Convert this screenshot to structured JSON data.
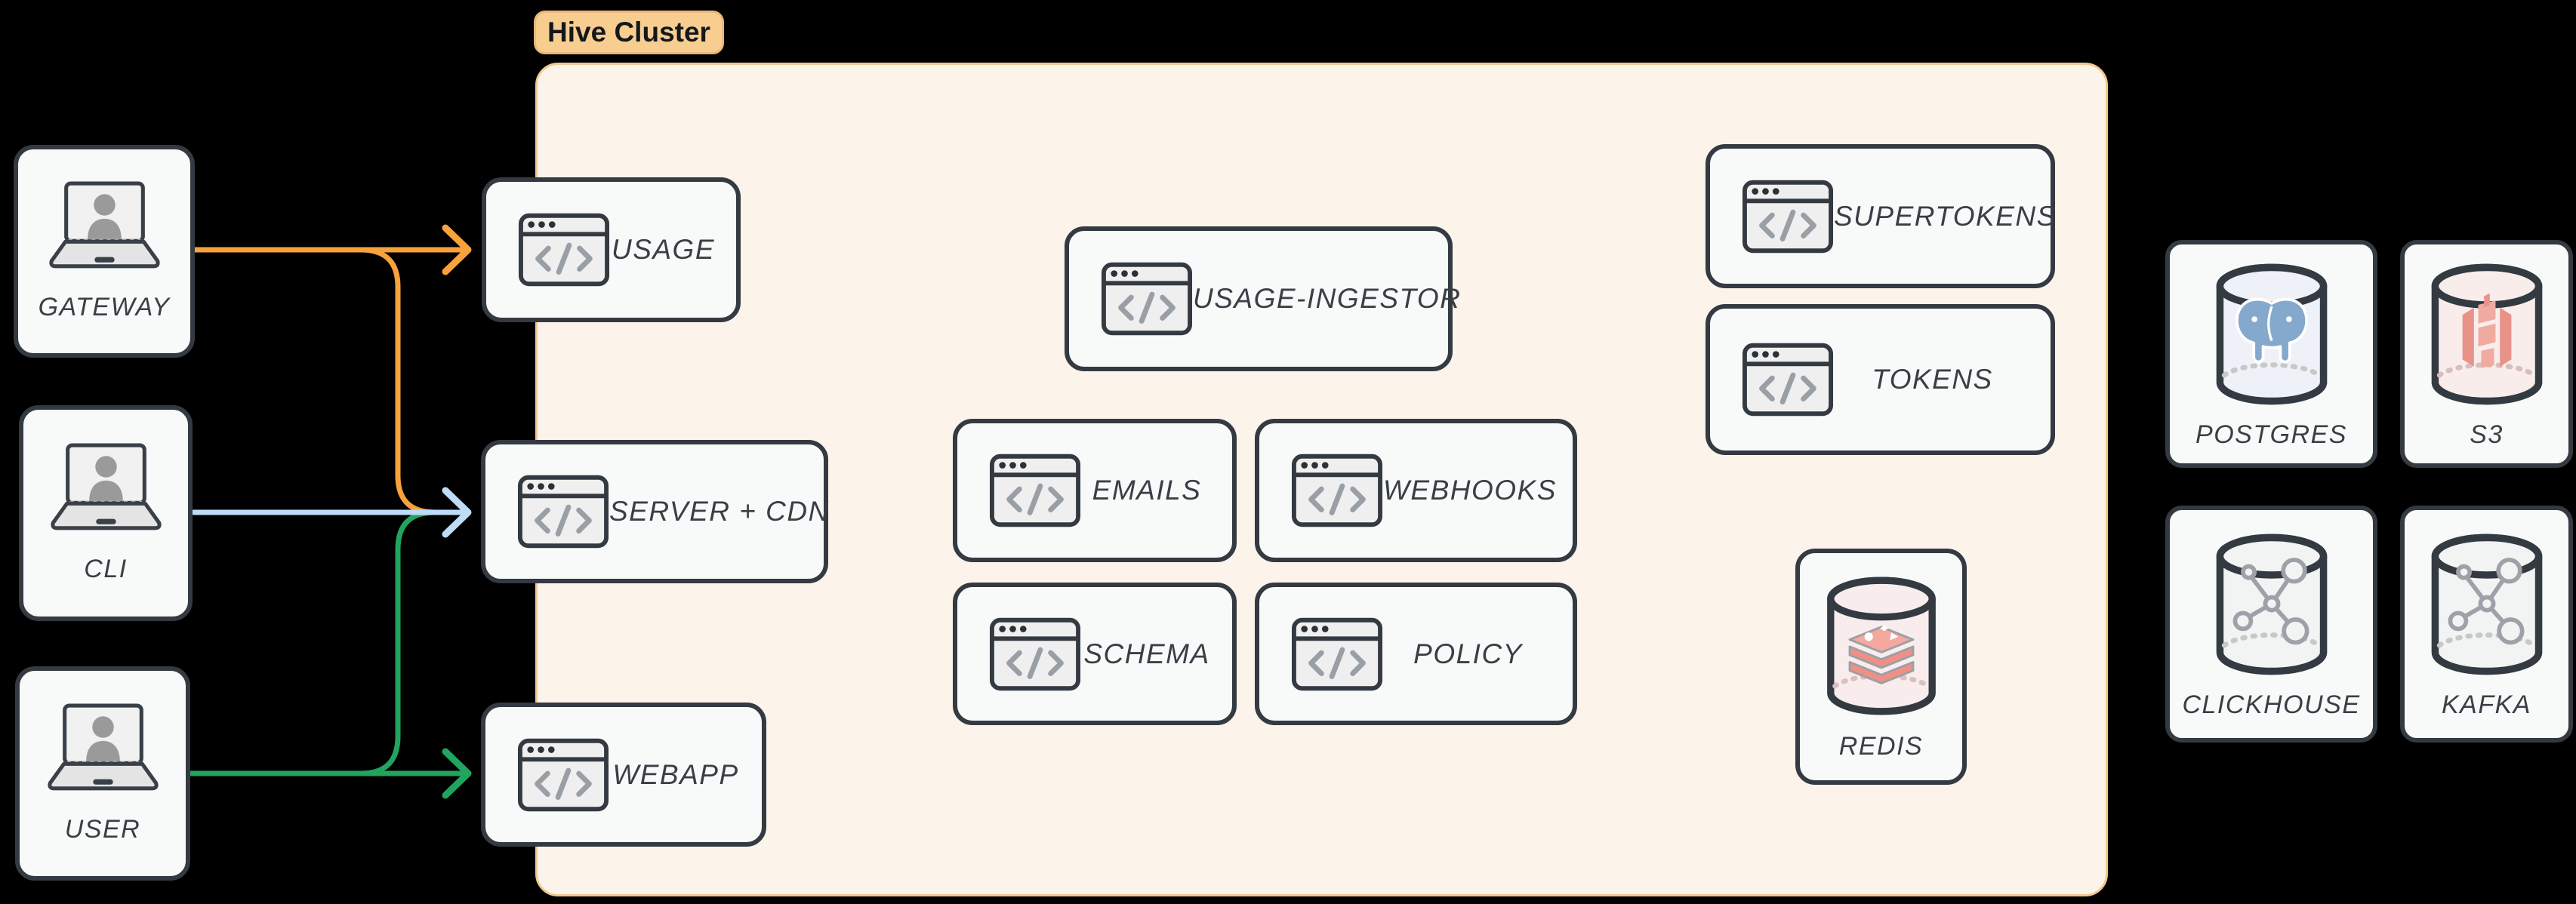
{
  "diagram": {
    "cluster_badge": "Hive Cluster",
    "colors": {
      "background": "#000000",
      "cluster_bg": "#fcf3eb",
      "cluster_border": "#f3c88f",
      "badge_bg": "#f8cd90",
      "node_bg": "#f8fafa",
      "node_border": "#333a41",
      "orange": "#f7a23d",
      "blue": "#bedcf6",
      "green": "#21a45e"
    },
    "actors": [
      {
        "label": "GATEWAY",
        "icon": "laptop-user-icon"
      },
      {
        "label": "CLI",
        "icon": "laptop-user-icon"
      },
      {
        "label": "USER",
        "icon": "laptop-user-icon"
      }
    ],
    "services": [
      {
        "label": "USAGE",
        "icon": "code-window-icon"
      },
      {
        "label": "SERVER + CDN",
        "icon": "code-window-icon"
      },
      {
        "label": "WEBAPP",
        "icon": "code-window-icon"
      },
      {
        "label": "USAGE-INGESTOR",
        "icon": "code-window-icon"
      },
      {
        "label": "EMAILS",
        "icon": "code-window-icon"
      },
      {
        "label": "WEBHOOKS",
        "icon": "code-window-icon"
      },
      {
        "label": "SCHEMA",
        "icon": "code-window-icon"
      },
      {
        "label": "POLICY",
        "icon": "code-window-icon"
      },
      {
        "label": "SUPERTOKENS",
        "icon": "code-window-icon"
      },
      {
        "label": "TOKENS",
        "icon": "code-window-icon"
      },
      {
        "label": "REDIS",
        "icon": "redis-cylinder-icon"
      }
    ],
    "datastores": [
      {
        "label": "POSTGRES",
        "icon": "postgres-cylinder-icon"
      },
      {
        "label": "S3",
        "icon": "s3-cylinder-icon"
      },
      {
        "label": "CLICKHOUSE",
        "icon": "molecule-cylinder-icon"
      },
      {
        "label": "KAFKA",
        "icon": "molecule-cylinder-icon"
      }
    ],
    "connections": [
      {
        "from": "GATEWAY",
        "to": "USAGE",
        "color": "#f7a23d"
      },
      {
        "from": "GATEWAY",
        "to": "SERVER + CDN",
        "color": "#f7a23d"
      },
      {
        "from": "CLI",
        "to": "SERVER + CDN",
        "color": "#bedcf6"
      },
      {
        "from": "USER",
        "to": "SERVER + CDN",
        "color": "#21a45e"
      },
      {
        "from": "USER",
        "to": "WEBAPP",
        "color": "#21a45e"
      }
    ]
  }
}
